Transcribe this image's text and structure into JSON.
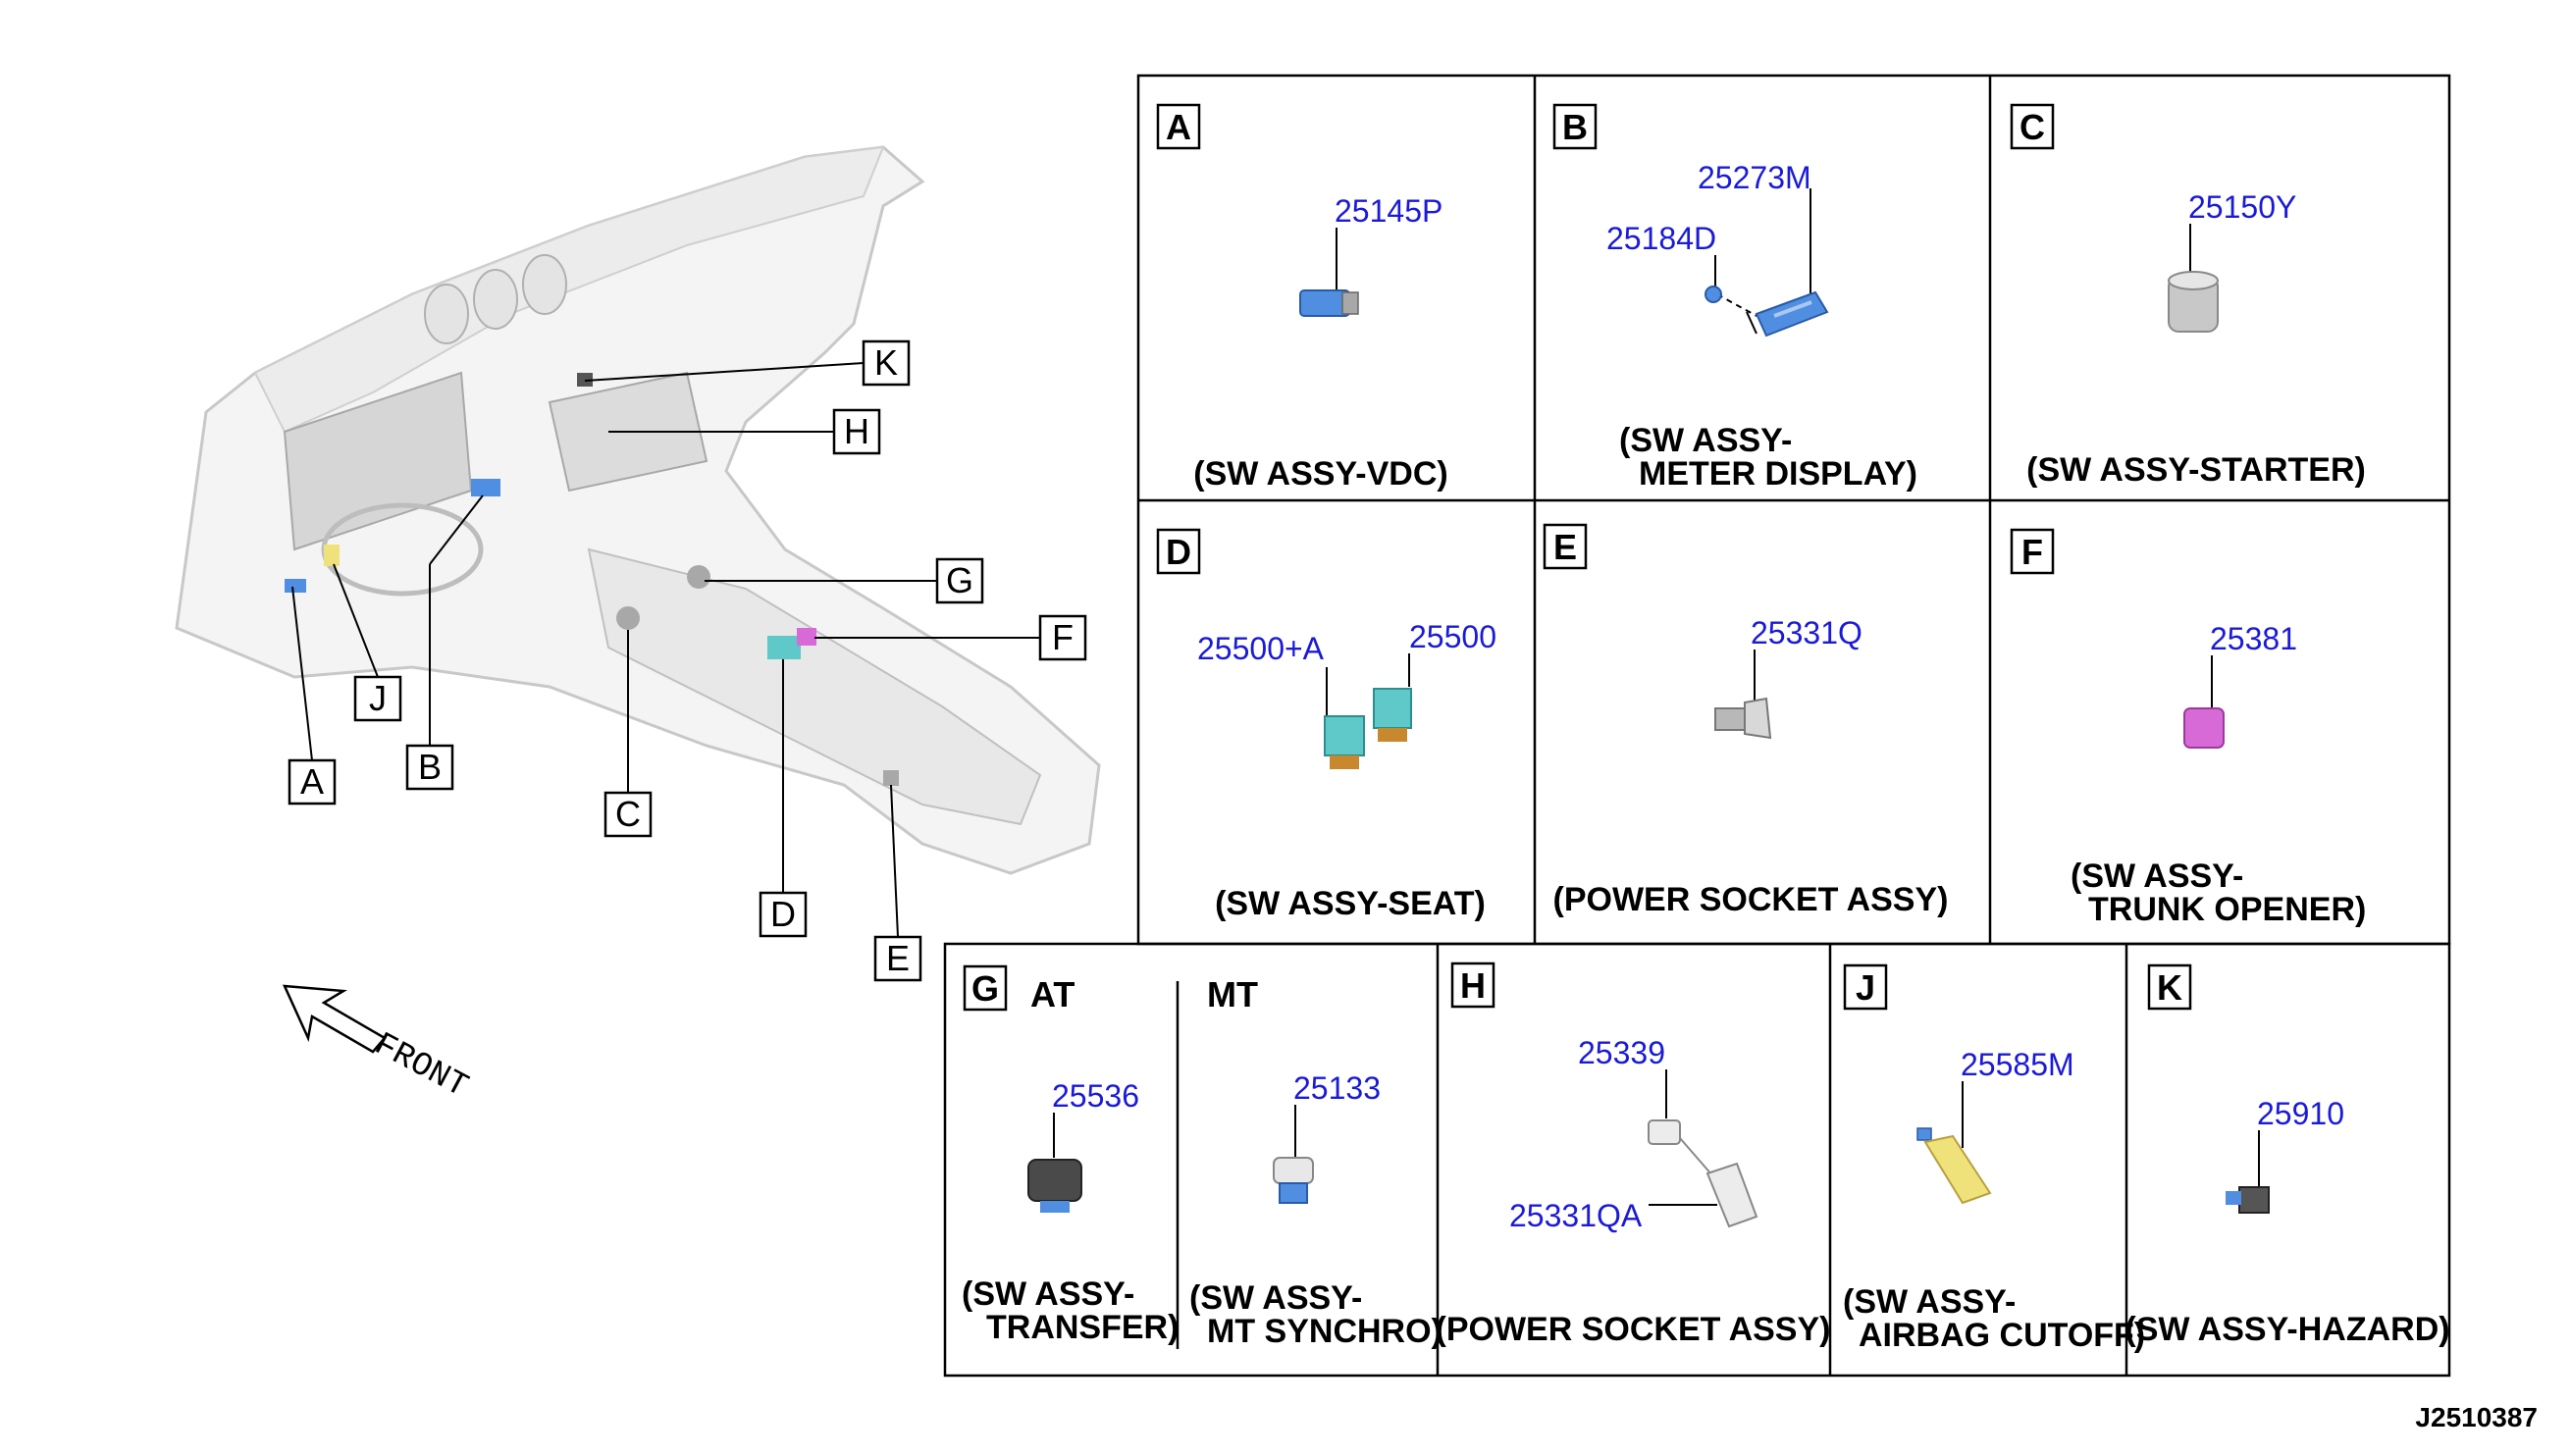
{
  "overview": {
    "callouts": [
      "K",
      "H",
      "G",
      "F",
      "A",
      "J",
      "B",
      "C",
      "D",
      "E"
    ],
    "front_label": "FRONT"
  },
  "panels": {
    "A": {
      "letter": "A",
      "parts": [
        "25145P"
      ],
      "caption": [
        "(SW ASSY-VDC)"
      ]
    },
    "B": {
      "letter": "B",
      "parts": [
        "25273M",
        "25184D"
      ],
      "caption": [
        "(SW ASSY-",
        "METER DISPLAY)"
      ]
    },
    "C": {
      "letter": "C",
      "parts": [
        "25150Y"
      ],
      "caption": [
        "(SW ASSY-STARTER)"
      ]
    },
    "D": {
      "letter": "D",
      "parts": [
        "25500+A",
        "25500"
      ],
      "caption": [
        "(SW ASSY-SEAT)"
      ]
    },
    "E": {
      "letter": "E",
      "parts": [
        "25331Q"
      ],
      "caption": [
        "(POWER SOCKET ASSY)"
      ]
    },
    "F": {
      "letter": "F",
      "parts": [
        "25381"
      ],
      "caption": [
        "(SW ASSY-",
        "TRUNK OPENER)"
      ]
    },
    "G": {
      "letter": "G",
      "sub_at": "AT",
      "sub_mt": "MT",
      "parts": [
        "25536",
        "25133"
      ],
      "caption_at": [
        "(SW ASSY-",
        "TRANSFER)"
      ],
      "caption_mt": [
        "(SW ASSY-",
        "MT SYNCHRO)"
      ]
    },
    "H": {
      "letter": "H",
      "parts": [
        "25339",
        "25331QA"
      ],
      "caption": [
        "(POWER SOCKET ASSY)"
      ]
    },
    "J": {
      "letter": "J",
      "parts": [
        "25585M"
      ],
      "caption": [
        "(SW ASSY-",
        "AIRBAG CUTOFF)"
      ]
    },
    "K": {
      "letter": "K",
      "parts": [
        "25910"
      ],
      "caption": [
        "(SW ASSY-HAZARD)"
      ]
    }
  },
  "figure_code": "J2510387",
  "colors": {
    "part_number": "#1a1ad8",
    "frame": "#000000",
    "blue_part": "#4f8ee0",
    "teal_part": "#5fc8c8",
    "pink_part": "#d86ad8",
    "yellow_part": "#f0e27a",
    "gray_part": "#b8b8b8"
  }
}
